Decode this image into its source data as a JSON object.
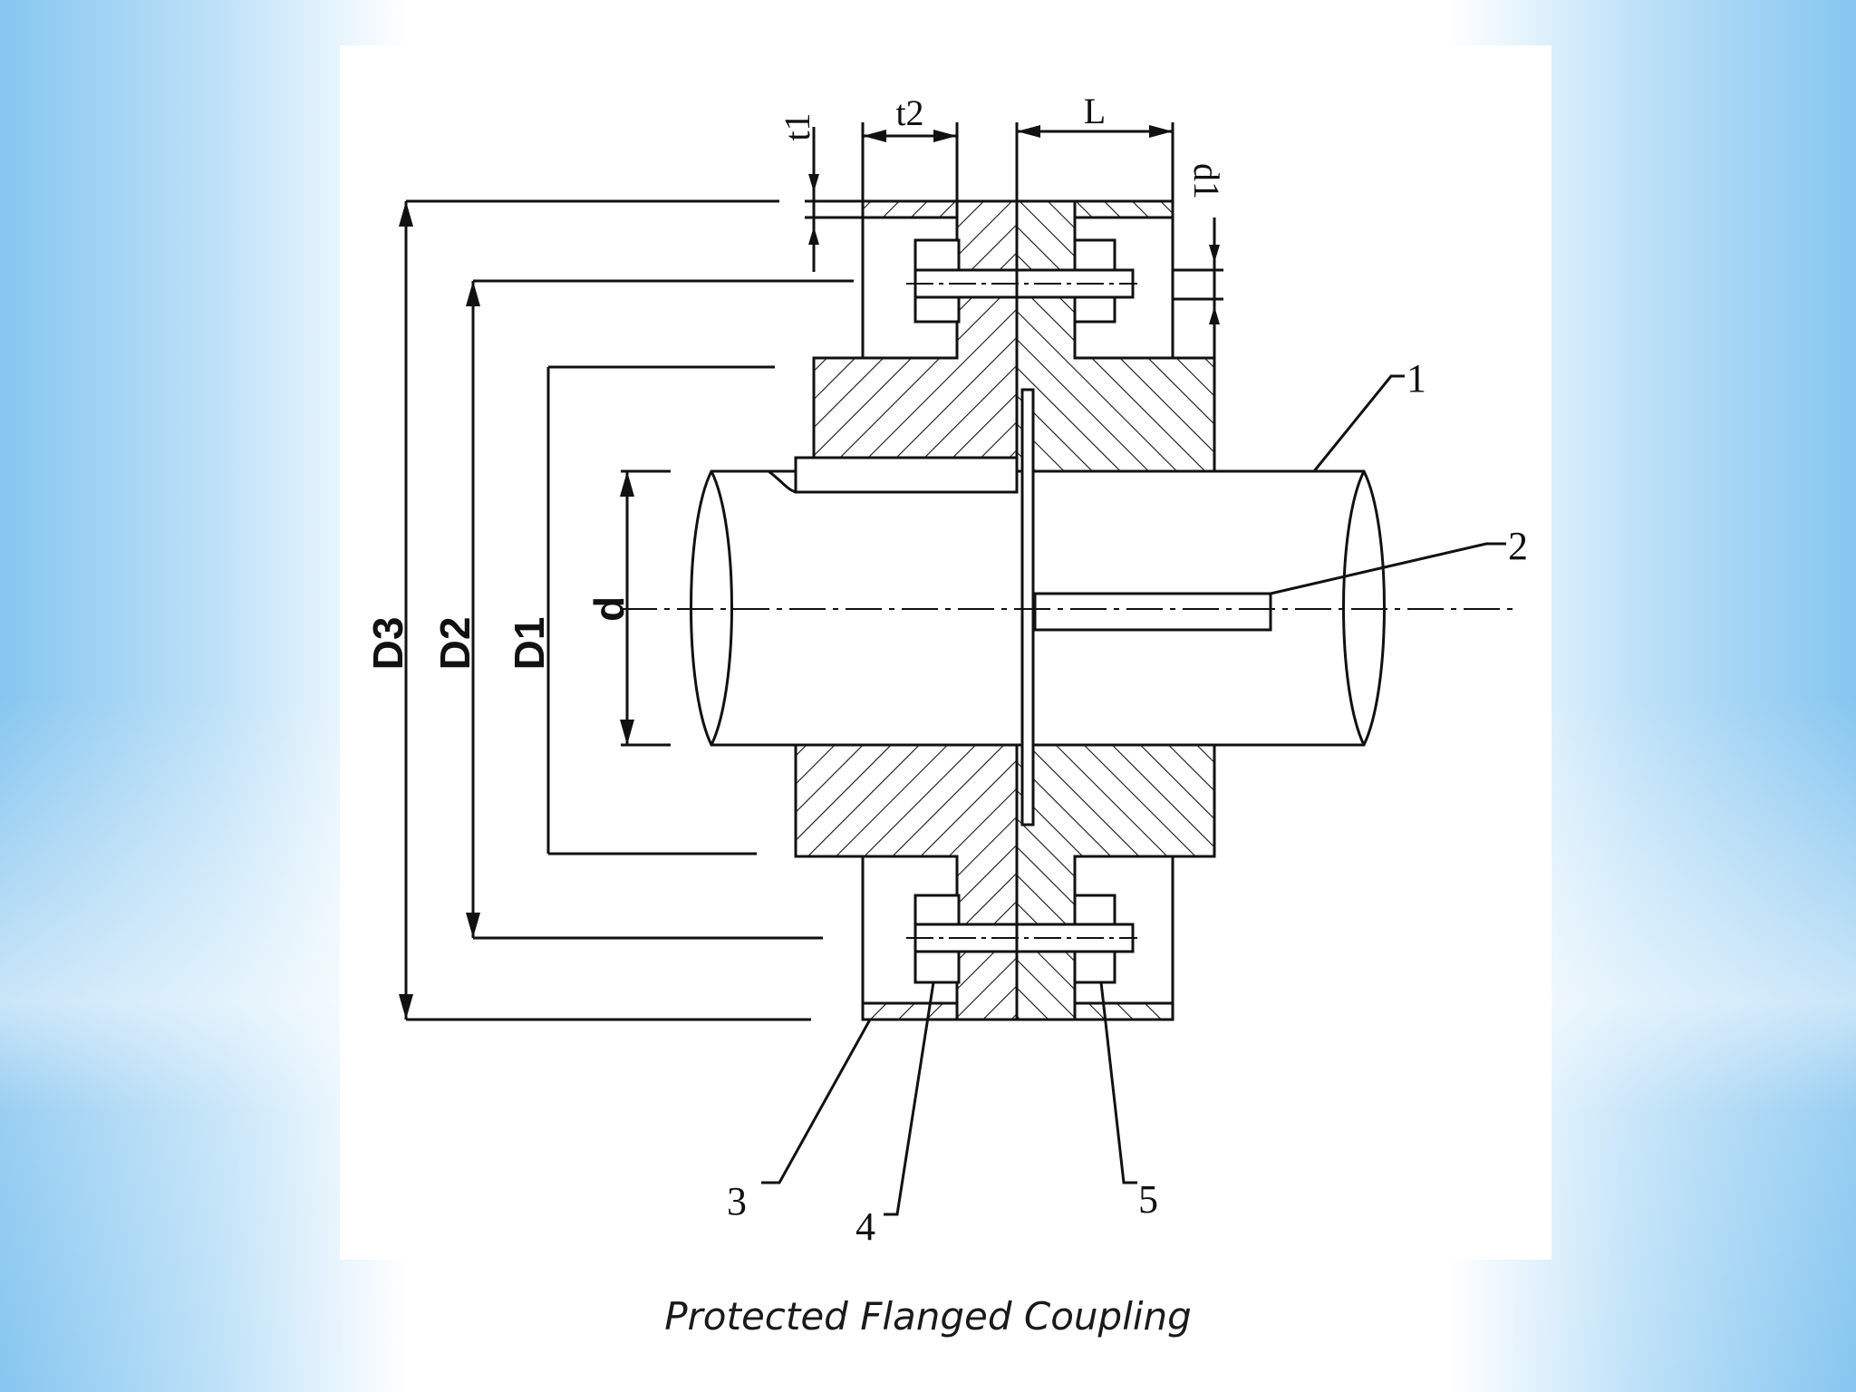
{
  "caption": "Protected Flanged Coupling",
  "diagram": {
    "dimension_labels": {
      "d3": "D3",
      "d2": "D2",
      "d1": "D1",
      "d": "d",
      "t1": "t1",
      "t2": "t2",
      "l": "L",
      "dd1": "d1"
    },
    "part_labels": {
      "p1": "1",
      "p2": "2",
      "p3": "3",
      "p4": "4",
      "p5": "5"
    }
  }
}
